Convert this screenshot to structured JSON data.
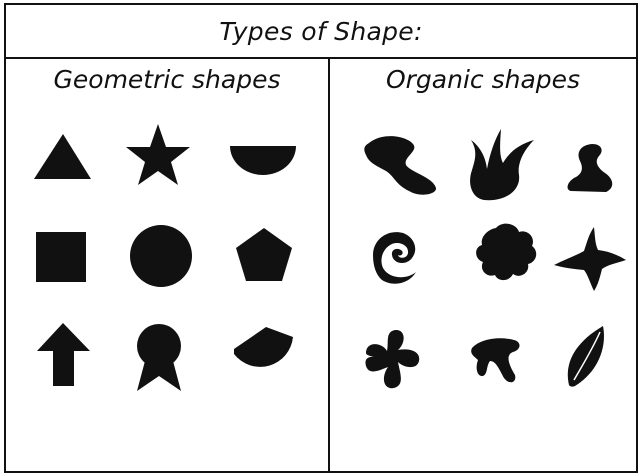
{
  "title": "Types of Shape:",
  "columns": {
    "left_heading": "Geometric shapes",
    "right_heading": "Organic shapes"
  },
  "geometric_shapes": [
    "triangle",
    "star",
    "semicircle",
    "square",
    "circle",
    "pentagon",
    "arrow",
    "rosette",
    "cut-circle"
  ],
  "organic_shapes": [
    "blob-ribbon",
    "leafy-plant",
    "bird-blob",
    "spiral",
    "cloud-blob",
    "splat-star",
    "propeller-blob",
    "twisted-blob",
    "leaf"
  ],
  "colors": {
    "ink": "#111111",
    "background": "#ffffff"
  }
}
